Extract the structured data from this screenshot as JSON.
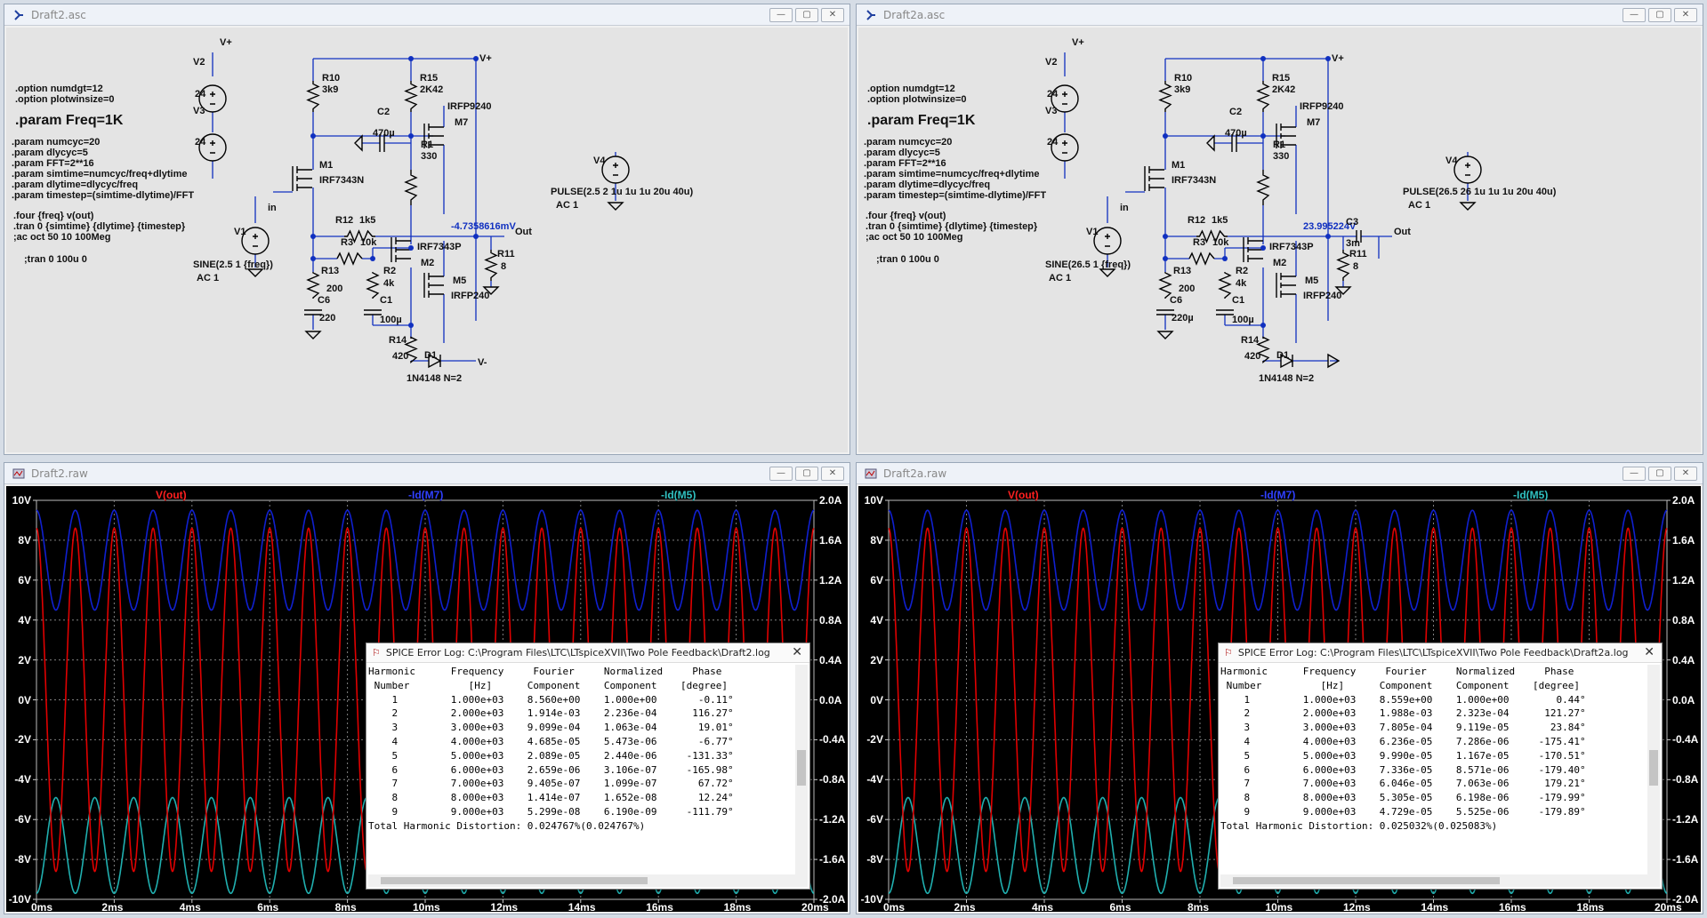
{
  "windows": {
    "sch1": {
      "title": "Draft2.asc"
    },
    "sch2": {
      "title": "Draft2a.asc"
    },
    "plot1": {
      "title": "Draft2.raw"
    },
    "plot2": {
      "title": "Draft2a.raw"
    }
  },
  "buttons": {
    "min": "—",
    "max": "▢",
    "close": "✕"
  },
  "sch1": {
    "opt1": ".option numdgt=12",
    "opt2": ".option plotwinsize=0",
    "param_freq": ".param Freq=1K",
    "p1": ".param numcyc=20",
    "p2": ".param dlycyc=5",
    "p3": ".param FFT=2**16",
    "p4": ".param simtime=numcyc/freq+dlytime",
    "p5": ".param dlytime=dlycyc/freq",
    "p6": ".param timestep=(simtime-dlytime)/FFT",
    "four": ".four {freq} v(out)",
    "tran": ".tran 0 {simtime} {dlytime} {timestep}",
    "ac": ";ac oct 50 10 100Meg",
    "tran2": ";tran 0 100u 0",
    "v2": "V2",
    "v2v": "24",
    "v3": "V3",
    "v3v": "24",
    "vplus": "V+",
    "vminus": "V-",
    "v1": "V1",
    "v1val": "SINE(2.5 1 {freq})",
    "v1ac": "AC 1",
    "in": "in",
    "v4": "V4",
    "v4val": "PULSE(2.5 2 1u 1u 1u 20u 40u)",
    "v4ac": "AC 1",
    "r10": "R10",
    "r10v": "3k9",
    "r15": "R15",
    "r15v": "2K42",
    "c2": "C2",
    "c2v": "470µ",
    "r1": "R1",
    "r1v": "330",
    "m7": "M7",
    "m7t": "IRFP9240",
    "m1": "M1",
    "m1t": "IRF7343N",
    "r12": "R12",
    "r12v": "1k5",
    "r3": "R3",
    "r3v": "10k",
    "m2": "M2",
    "m2t": "IRF7343P",
    "r13": "R13",
    "r13v": "200",
    "c6": "C6",
    "c6v": "220",
    "r2": "R2",
    "r2v": "4k",
    "c1": "C1",
    "c1v": "100µ",
    "m5": "M5",
    "m5t": "IRFP240",
    "r14": "R14",
    "r14v": "420",
    "d1": "D1",
    "d1t": "1N4148 N=2",
    "r11": "R11",
    "r11v": "8",
    "out": "Out",
    "vout": "-4.7358616mV",
    "vplus2": "V+"
  },
  "sch2": {
    "opt1": ".option numdgt=12",
    "opt2": ".option plotwinsize=0",
    "param_freq": ".param Freq=1K",
    "p1": ".param numcyc=20",
    "p2": ".param dlycyc=5",
    "p3": ".param FFT=2**16",
    "p4": ".param simtime=numcyc/freq+dlytime",
    "p5": ".param dlytime=dlycyc/freq",
    "p6": ".param timestep=(simtime-dlytime)/FFT",
    "four": ".four {freq} v(out)",
    "tran": ".tran 0 {simtime} {dlytime} {timestep}",
    "ac": ";ac oct 50 10 100Meg",
    "tran2": ";tran 0 100u 0",
    "v2": "V2",
    "v2v": "24",
    "v3": "V3",
    "v3v": "24",
    "vplus": "V+",
    "v1": "V1",
    "v1val": "SINE(26.5 1 {freq})",
    "v1ac": "AC 1",
    "in": "in",
    "v4": "V4",
    "v4val": "PULSE(26.5 26 1u 1u 1u 20u 40u)",
    "v4ac": "AC 1",
    "r10": "R10",
    "r10v": "3k9",
    "r15": "R15",
    "r15v": "2K42",
    "c2": "C2",
    "c2v": "470µ",
    "r1": "R1",
    "r1v": "330",
    "m7": "M7",
    "m7t": "IRFP9240",
    "m1": "M1",
    "m1t": "IRF7343N",
    "r12": "R12",
    "r12v": "1k5",
    "r3": "R3",
    "r3v": "10k",
    "m2": "M2",
    "m2t": "IRF7343P",
    "r13": "R13",
    "r13v": "200",
    "c6": "C6",
    "c6v": "220µ",
    "r2": "R2",
    "r2v": "4k",
    "c1": "C1",
    "c1v": "100µ",
    "m5": "M5",
    "m5t": "IRFP240",
    "r14": "R14",
    "r14v": "420",
    "d1": "D1",
    "d1t": "1N4148 N=2",
    "r11": "R11",
    "r11v": "8",
    "c3": "C3",
    "c3v": "3m",
    "out": "Out",
    "vout": "23.995224V",
    "vplus2": "V+"
  },
  "plot": {
    "yleft": [
      "10V",
      "8V",
      "6V",
      "4V",
      "2V",
      "0V",
      "-2V",
      "-4V",
      "-6V",
      "-8V",
      "-10V"
    ],
    "yright": [
      "2.0A",
      "1.6A",
      "1.2A",
      "0.8A",
      "0.4A",
      "0.0A",
      "-0.4A",
      "-0.8A",
      "-1.2A",
      "-1.6A",
      "-2.0A"
    ],
    "x": [
      "0ms",
      "2ms",
      "4ms",
      "6ms",
      "8ms",
      "10ms",
      "12ms",
      "14ms",
      "16ms",
      "18ms",
      "20ms"
    ],
    "trace1": "V(out)",
    "trace2": "-Id(M7)",
    "trace3": "-Id(M5)",
    "colors": {
      "vout": "#e00000",
      "idm7": "#1020d0",
      "idm5": "#20b0b0"
    }
  },
  "log1": {
    "title": "SPICE Error Log: C:\\Program Files\\LTC\\LTspiceXVII\\Two Pole Feedback\\Draft2.log",
    "header1": "Harmonic      Frequency     Fourier     Normalized     Phase",
    "header2": " Number          [Hz]      Component    Component    [degree]",
    "rows": [
      "    1         1.000e+03    8.560e+00    1.000e+00       -0.11°",
      "    2         2.000e+03    1.914e-03    2.236e-04      116.27°",
      "    3         3.000e+03    9.099e-04    1.063e-04       19.01°",
      "    4         4.000e+03    4.685e-05    5.473e-06       -6.77°",
      "    5         5.000e+03    2.089e-05    2.440e-06     -131.33°",
      "    6         6.000e+03    2.659e-06    3.106e-07     -165.98°",
      "    7         7.000e+03    9.405e-07    1.099e-07       67.72°",
      "    8         8.000e+03    1.414e-07    1.652e-08       12.24°",
      "    9         9.000e+03    5.299e-08    6.190e-09     -111.79°"
    ],
    "thd": "Total Harmonic Distortion: 0.024767%(0.024767%)"
  },
  "log2": {
    "title": "SPICE Error Log: C:\\Program Files\\LTC\\LTspiceXVII\\Two Pole Feedback\\Draft2a.log",
    "header1": "Harmonic      Frequency     Fourier     Normalized     Phase",
    "header2": " Number          [Hz]      Component    Component    [degree]",
    "rows": [
      "    1         1.000e+03    8.559e+00    1.000e+00        0.44°",
      "    2         2.000e+03    1.988e-03    2.323e-04      121.27°",
      "    3         3.000e+03    7.805e-04    9.119e-05       23.84°",
      "    4         4.000e+03    6.236e-05    7.286e-06     -175.41°",
      "    5         5.000e+03    9.990e-05    1.167e-05     -170.51°",
      "    6         6.000e+03    7.336e-05    8.571e-06     -179.40°",
      "    7         7.000e+03    6.046e-05    7.063e-06      179.21°",
      "    8         8.000e+03    5.305e-05    6.198e-06     -179.99°",
      "    9         9.000e+03    4.729e-05    5.525e-06     -179.89°"
    ],
    "thd": "Total Harmonic Distortion: 0.025032%(0.025083%)"
  }
}
